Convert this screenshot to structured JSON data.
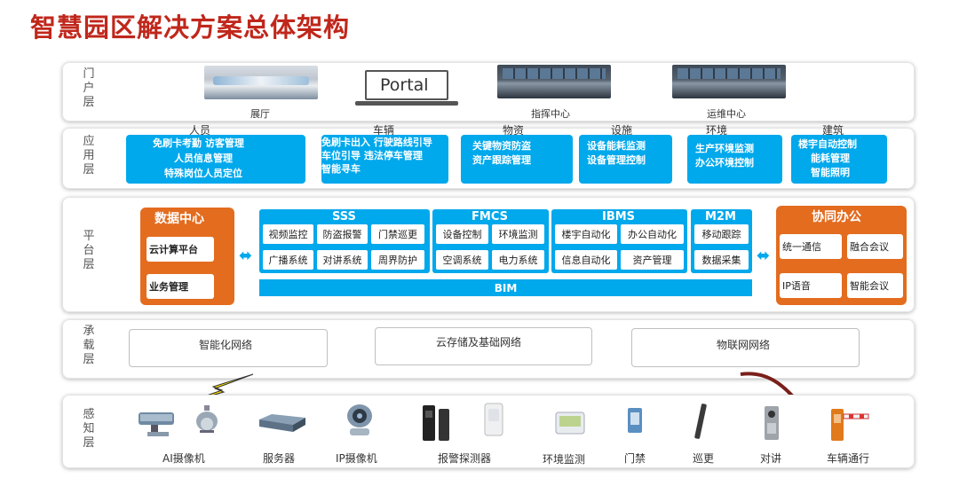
{
  "title": "智慧园区解决方案总体架构",
  "layers": {
    "portal": {
      "label": "门户层",
      "items": [
        "展厅",
        "Portal",
        "指挥中心",
        "运维中心"
      ]
    },
    "application": {
      "label": "应用层",
      "categories": [
        "人员",
        "车辆",
        "物资",
        "设施",
        "环境",
        "建筑"
      ],
      "people_lines": [
        "免刷卡考勤   访客管理",
        "人员信息管理",
        "特殊岗位人员定位"
      ],
      "vehicle_lines": [
        "免刷卡出入  行驶路线引导",
        "车位引导      违法停车管理",
        "智能寻车"
      ],
      "material_lines": [
        "关键物资防盗",
        "资产跟踪管理"
      ],
      "facility_lines": [
        "设备能耗监测",
        "设备管理控制"
      ],
      "environment_lines": [
        "生产环境监测",
        "办公环境控制"
      ],
      "building_lines": [
        "楼宇自动控制",
        "能耗管理",
        "智能照明"
      ]
    },
    "platform": {
      "label": "平台层",
      "data_center": {
        "title": "数据中心",
        "items": [
          "云计算平台",
          "业务管理"
        ]
      },
      "sss": {
        "title": "SSS",
        "items": [
          "视频监控",
          "防盗报警",
          "门禁巡更",
          "广播系统",
          "对讲系统",
          "周界防护"
        ]
      },
      "fmcs": {
        "title": "FMCS",
        "items": [
          "设备控制",
          "环境监测",
          "空调系统",
          "电力系统"
        ]
      },
      "ibms": {
        "title": "IBMS",
        "items": [
          "楼宇自动化",
          "办公自动化",
          "信息自动化",
          "资产管理"
        ]
      },
      "m2m": {
        "title": "M2M",
        "items": [
          "移动跟踪",
          "数据采集"
        ]
      },
      "bim": "BIM",
      "collab": {
        "title": "协同办公",
        "items": [
          "统一通信",
          "融合会议",
          "IP语音",
          "智能会议"
        ]
      }
    },
    "network": {
      "label": "承载层",
      "items": [
        "智能化网络",
        "云存储及基础网络",
        "物联网网络"
      ]
    },
    "perception": {
      "label": "感知层",
      "devices": [
        "AI摄像机",
        "服务器",
        "IP摄像机",
        "报警探测器",
        "环境监测",
        "门禁",
        "巡更",
        "对讲",
        "车辆通行"
      ]
    }
  },
  "colors": {
    "title": "#c0271b",
    "blue": "#00a8ec",
    "orange": "#e36c1f"
  }
}
